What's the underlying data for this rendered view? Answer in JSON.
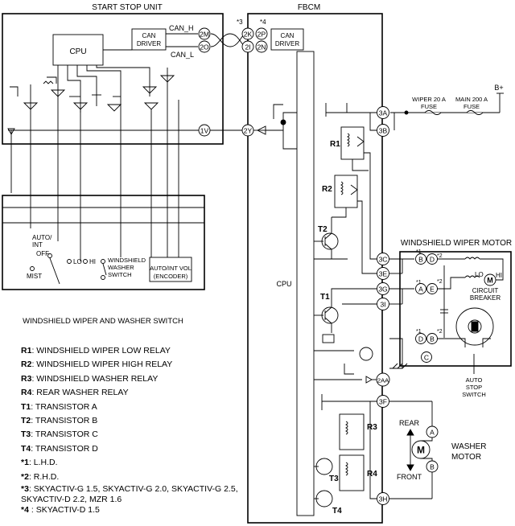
{
  "units": {
    "start_stop": "START STOP UNIT",
    "fbcm": "FBCM",
    "switch": "WINDSHIELD WIPER AND WASHER SWITCH",
    "wiper_motor": "WINDSHIELD WIPER MOTOR",
    "washer_motor_line1": "WASHER",
    "washer_motor_line2": "MOTOR"
  },
  "components": {
    "cpu": "CPU",
    "can_driver_line1": "CAN",
    "can_driver_line2": "DRIVER",
    "can_h": "CAN_H",
    "can_l": "CAN_L",
    "encoder_line1": "AUTO/INT VOL",
    "encoder_line2": "(ENCODER)",
    "auto_int_line1": "AUTO/",
    "auto_int_line2": "INT",
    "off": "OFF",
    "lo": "LO",
    "hi": "HI",
    "mist": "MIST",
    "washer_switch_line1": "WINDSHIELD",
    "washer_switch_line2": "WASHER",
    "washer_switch_line3": "SWITCH",
    "wiper_fuse_line1": "WIPER 20 A",
    "wiper_fuse_line2": "FUSE",
    "main_fuse_line1": "MAIN 200 A",
    "main_fuse_line2": "FUSE",
    "b_plus": "B+",
    "circuit_breaker_line1": "CIRCUIT",
    "circuit_breaker_line2": "BREAKER",
    "auto_stop_line1": "AUTO",
    "auto_stop_line2": "STOP",
    "auto_stop_line3": "SWITCH",
    "rear": "REAR",
    "front": "FRONT",
    "motor_m": "M",
    "note3": "*3",
    "note4": "*4",
    "note1": "*1",
    "note2": "*2"
  },
  "terminals": {
    "t2M": "2M",
    "t2O": "2O",
    "t1V": "1V",
    "t2K": "2K",
    "t2P": "2P",
    "t2I": "2I",
    "t2N": "2N",
    "t2Y": "2Y",
    "t3A": "3A",
    "t3B": "3B",
    "t3C": "3C",
    "t3E": "3E",
    "t3G": "3G",
    "t3I": "3I",
    "t2AA": "2AA",
    "t3F": "3F",
    "t3H": "3H",
    "mB1": "B",
    "mD1": "D",
    "mA": "A",
    "mE": "E",
    "mD2": "D",
    "mB2": "B",
    "mC": "C",
    "wA": "A",
    "wB": "B"
  },
  "labels": {
    "R1": "R1",
    "R2": "R2",
    "R3": "R3",
    "R4": "R4",
    "T1": "T1",
    "T2": "T2",
    "T3": "T3",
    "T4": "T4"
  },
  "legend": [
    {
      "key": "R1",
      "text": ": WINDSHIELD WIPER LOW RELAY"
    },
    {
      "key": "R2",
      "text": ": WINDSHIELD WIPER HIGH RELAY"
    },
    {
      "key": "R3",
      "text": ": WINDSHIELD WASHER RELAY"
    },
    {
      "key": "R4",
      "text": ": REAR WASHER RELAY"
    },
    {
      "key": "T1",
      "text": ": TRANSISTOR A"
    },
    {
      "key": "T2",
      "text": ": TRANSISTOR B"
    },
    {
      "key": "T3",
      "text": ": TRANSISTOR C"
    },
    {
      "key": "T4",
      "text": ": TRANSISTOR D"
    },
    {
      "key": "*1",
      "text": ": L.H.D."
    },
    {
      "key": "*2",
      "text": ": R.H.D."
    },
    {
      "key": "*3",
      "text": ": SKYACTIV-G 1.5, SKYACTIV-G 2.0, SKYACTIV-G 2.5,"
    },
    {
      "key": "",
      "text": "SKYACTIV-D 2.2, MZR 1.6"
    },
    {
      "key": "*4",
      "text": " : SKYACTIV-D 1.5"
    }
  ]
}
